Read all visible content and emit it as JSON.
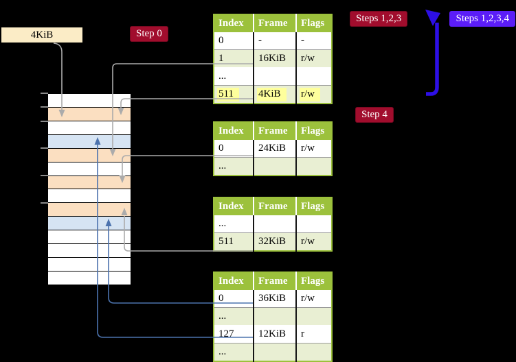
{
  "colors": {
    "background": "#000000",
    "table_header_green": "#9CC13C",
    "table_row_green": "#E9EFD3",
    "table_row_white": "#FFFFFF",
    "highlight_yellow": "#FEFF9C",
    "frame_box_cream": "#FBECC6",
    "strip_table_orange": "#FBDFC1",
    "strip_page_blue": "#D6E4F3",
    "strip_free_white": "#FFFFFF",
    "badge_red": "#A10D2D",
    "badge_violet": "#5B1DF7",
    "arrow_gray": "#ABABAB",
    "arrow_blue_thin": "#4C73AE",
    "arrow_blue_thick": "#2D0FE5"
  },
  "labels": {
    "frame_box": "4KiB",
    "step0": "Step 0",
    "steps123": "Steps 1,2,3",
    "steps1234": "Steps 1,2,3,4",
    "step4": "Step 4"
  },
  "table_headers": [
    "Index",
    "Frame",
    "Flags"
  ],
  "page_tables": [
    {
      "rows": [
        [
          "0",
          "-",
          "-"
        ],
        [
          "1",
          "16KiB",
          "r/w"
        ],
        [
          "...",
          "",
          ""
        ],
        [
          "511",
          "4KiB",
          "r/w"
        ]
      ],
      "highlight_row": 3
    },
    {
      "rows": [
        [
          "0",
          "24KiB",
          "r/w"
        ],
        [
          "...",
          "",
          ""
        ]
      ]
    },
    {
      "rows": [
        [
          "...",
          "",
          ""
        ],
        [
          "511",
          "32KiB",
          "r/w"
        ]
      ]
    },
    {
      "rows": [
        [
          "0",
          "36KiB",
          "r/w"
        ],
        [
          "...",
          "",
          ""
        ],
        [
          "127",
          "12KiB",
          "r"
        ],
        [
          "...",
          "",
          ""
        ]
      ]
    }
  ],
  "memory_strip": {
    "rows": [
      "free",
      "table",
      "free",
      "page",
      "table",
      "free",
      "table",
      "free",
      "table",
      "page",
      "free",
      "free",
      "free",
      "free"
    ]
  }
}
